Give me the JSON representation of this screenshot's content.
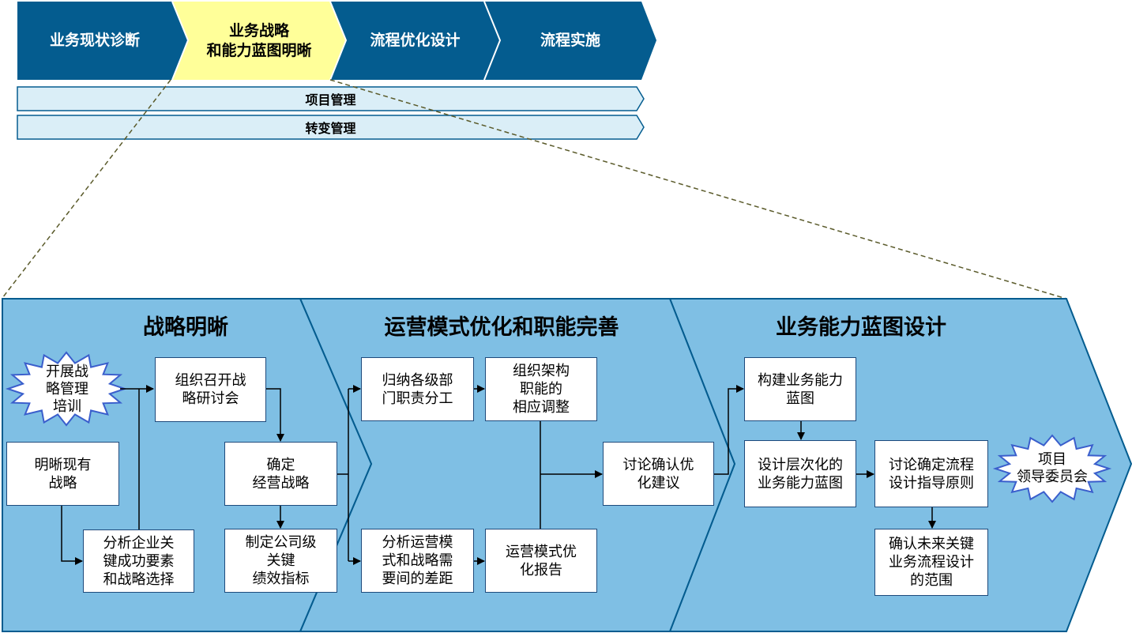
{
  "top_phases": [
    {
      "label": "业务现状诊断"
    },
    {
      "label": "业务战略\n和能力蓝图明晰"
    },
    {
      "label": "流程优化设计"
    },
    {
      "label": "流程实施"
    }
  ],
  "bars": {
    "project_mgmt": "项目管理",
    "change_mgmt": "转变管理"
  },
  "sections": {
    "strategy": "战略明晰",
    "operation": "运营模式优化和职能完善",
    "capability": "业务能力蓝图设计"
  },
  "stars": {
    "training": "开展战\n略管理\n培训",
    "committee": "项目\n领导委员会"
  },
  "boxes": {
    "clarify": "明晰现有\n战略",
    "seminar": "组织召开战\n略研讨会",
    "confirm": "确定\n经营战略",
    "analyze_key": "分析企业关\n键成功要素\n和战略选择",
    "kpi": "制定公司级\n关键\n绩效指标",
    "summarize": "归纳各级部\n门职责分工",
    "org_adjust": "组织架构\n职能的\n相应调整",
    "analyze_gap": "分析运营模\n式和战略需\n要间的差距",
    "op_report": "运营模式优\n化报告",
    "discuss": "讨论确认优\n化建议",
    "build": "构建业务能力\n蓝图",
    "design_level": "设计层次化的\n业务能力蓝图",
    "principles": "讨论确定流程\n设计指导原则",
    "scope": "确认未来关键\n业务流程设计\n的范围"
  },
  "colors": {
    "dark_blue": "#045c8f",
    "active_yellow": "#ffff99",
    "light_blue_panel": "#7fbfe4",
    "pale_bar": "#daeef7",
    "outline": "#1e4a7c"
  }
}
